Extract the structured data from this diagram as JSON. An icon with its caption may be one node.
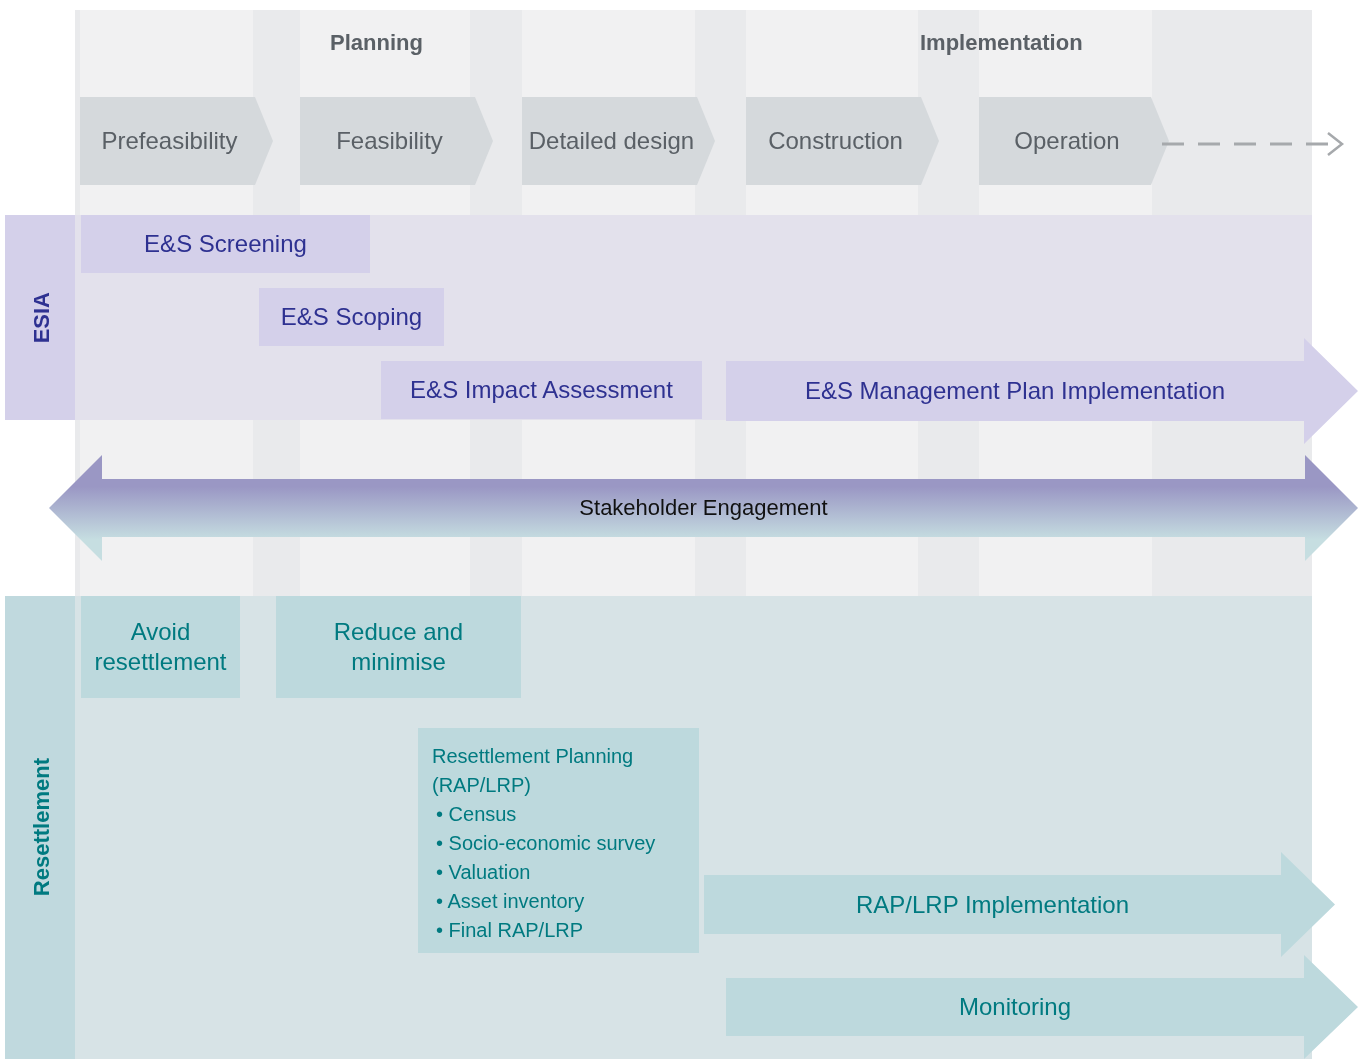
{
  "diagram": {
    "nodes": [
      {
        "text": [
          "Prefeasibility"
        ]
      },
      {
        "text": [
          "Feasibility"
        ]
      },
      {
        "text": [
          "Detailed design"
        ]
      },
      {
        "text": [
          "Construction"
        ]
      },
      {
        "text": [
          "Operation"
        ]
      },
      {
        "text": [
          "ESIA"
        ]
      },
      {
        "text": [
          "E&S Screening"
        ],
        "in": 5
      },
      {
        "text": [
          "E&S Scoping"
        ],
        "in": 5
      },
      {
        "text": [
          "E&S Impact Assessment"
        ],
        "in": 5
      },
      {
        "text": [
          "E&S Management Plan Implementation"
        ]
      },
      {
        "text": [
          "Stakeholder Engagement"
        ]
      },
      {
        "text": [
          "Resettlement"
        ]
      },
      {
        "text": [
          "Avoid resettlement"
        ],
        "in": 11
      },
      {
        "text": [
          "Reduce and minimise"
        ],
        "in": 11
      },
      {
        "text": [
          "Resettlement Planning (RAP/LRP)",
          "• Census",
          "• Socio-economic survey",
          "• Valuation",
          "• Asset inventory",
          "• Final RAP/LRP"
        ],
        "in": 11
      },
      {
        "text": [
          "RAP/LRP Implementation"
        ],
        "in": 11
      },
      {
        "text": [
          "Monitoring"
        ],
        "in": 11
      }
    ],
    "labels": [
      "Planning",
      "Implementation"
    ]
  }
}
